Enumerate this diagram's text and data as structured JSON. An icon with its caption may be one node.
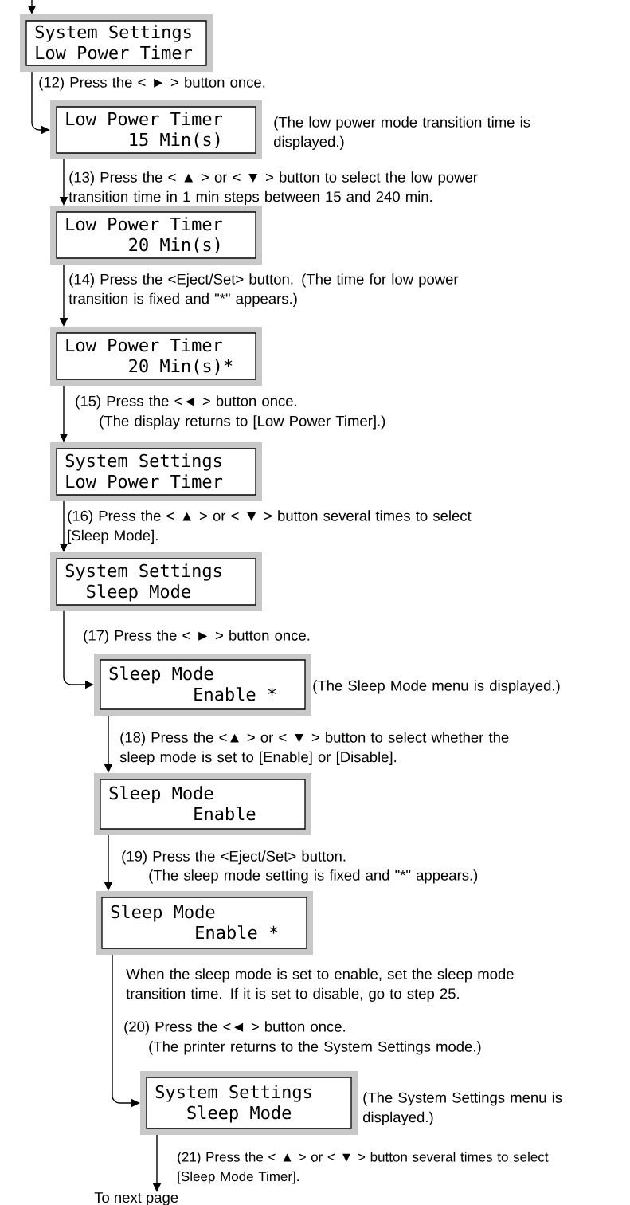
{
  "diagram": {
    "nodes": [
      {
        "text": [
          "System Settings",
          "Low Power Timer"
        ]
      },
      {
        "text": [
          "Low Power Timer",
          "15 Min(s)"
        ],
        "beside": [
          "(The low power mode transition time is displayed.)"
        ]
      },
      {
        "text": [
          "Low Power Timer",
          "20 Min(s)"
        ]
      },
      {
        "text": [
          "Low Power Timer",
          "20 Min(s)*"
        ]
      },
      {
        "text": [
          "System Settings",
          "Low Power Timer"
        ]
      },
      {
        "text": [
          "System Settings",
          "Sleep Mode"
        ]
      },
      {
        "text": [
          "Sleep Mode",
          "Enable *"
        ],
        "beside": [
          "(The Sleep Mode menu is displayed.)"
        ]
      },
      {
        "text": [
          "Sleep Mode",
          "Enable"
        ]
      },
      {
        "text": [
          "Sleep Mode",
          "Enable *"
        ]
      },
      {
        "text": [
          "System Settings",
          "Sleep Mode"
        ],
        "beside": [
          "(The System Settings menu is displayed.)"
        ]
      },
      {
        "text": [
          "To next page"
        ]
      }
    ],
    "edges": [
      {
        "from": null,
        "to": 0,
        "arrow": "to"
      },
      {
        "from": 0,
        "to": 1,
        "arrow": "to",
        "label": "(12) Press the < ► > button once."
      },
      {
        "from": 1,
        "to": 2,
        "arrow": "to",
        "label": "(13) Press the < ▲ > or < ▼ > button to select the low power transition time in 1 min steps between 15 and 240 min."
      },
      {
        "from": 2,
        "to": 3,
        "arrow": "to",
        "label": "(14) Press the <Eject/Set> button. (The time for low power transition is fixed and \"*\" appears.)"
      },
      {
        "from": 3,
        "to": 4,
        "arrow": "to",
        "label": "(15) Press the <◄ > button once."
      },
      {
        "from": 4,
        "to": 5,
        "arrow": "to",
        "label": "(16) Press the < ▲ > or < ▼ > button several times to select [Sleep Mode]."
      },
      {
        "from": 5,
        "to": 6,
        "arrow": "to",
        "label": "(17) Press the < ► > button once."
      },
      {
        "from": 6,
        "to": 7,
        "arrow": "to",
        "label": "(18) Press the <▲ > or < ▼ > button to select whether the sleep mode is set to [Enable] or [Disable]."
      },
      {
        "from": 7,
        "to": 8,
        "arrow": "to",
        "label": "(19) Press the <Eject/Set> button."
      },
      {
        "from": 8,
        "to": 9,
        "arrow": "to",
        "label": "(20) Press the <◄ > button once."
      },
      {
        "from": 9,
        "to": 10,
        "arrow": "to",
        "label": "(21) Press the < ▲ > or < ▼ > button several times to select [Sleep Mode Timer]."
      }
    ],
    "labels": [
      "(The display returns to [Low Power Timer].)",
      "(The sleep mode setting is fixed and \"*\" appears.)",
      "When the sleep mode is set to enable, set the sleep mode transition time. If it is set to disable, go to step 25.",
      "(The printer returns to the System Settings mode.)"
    ]
  }
}
